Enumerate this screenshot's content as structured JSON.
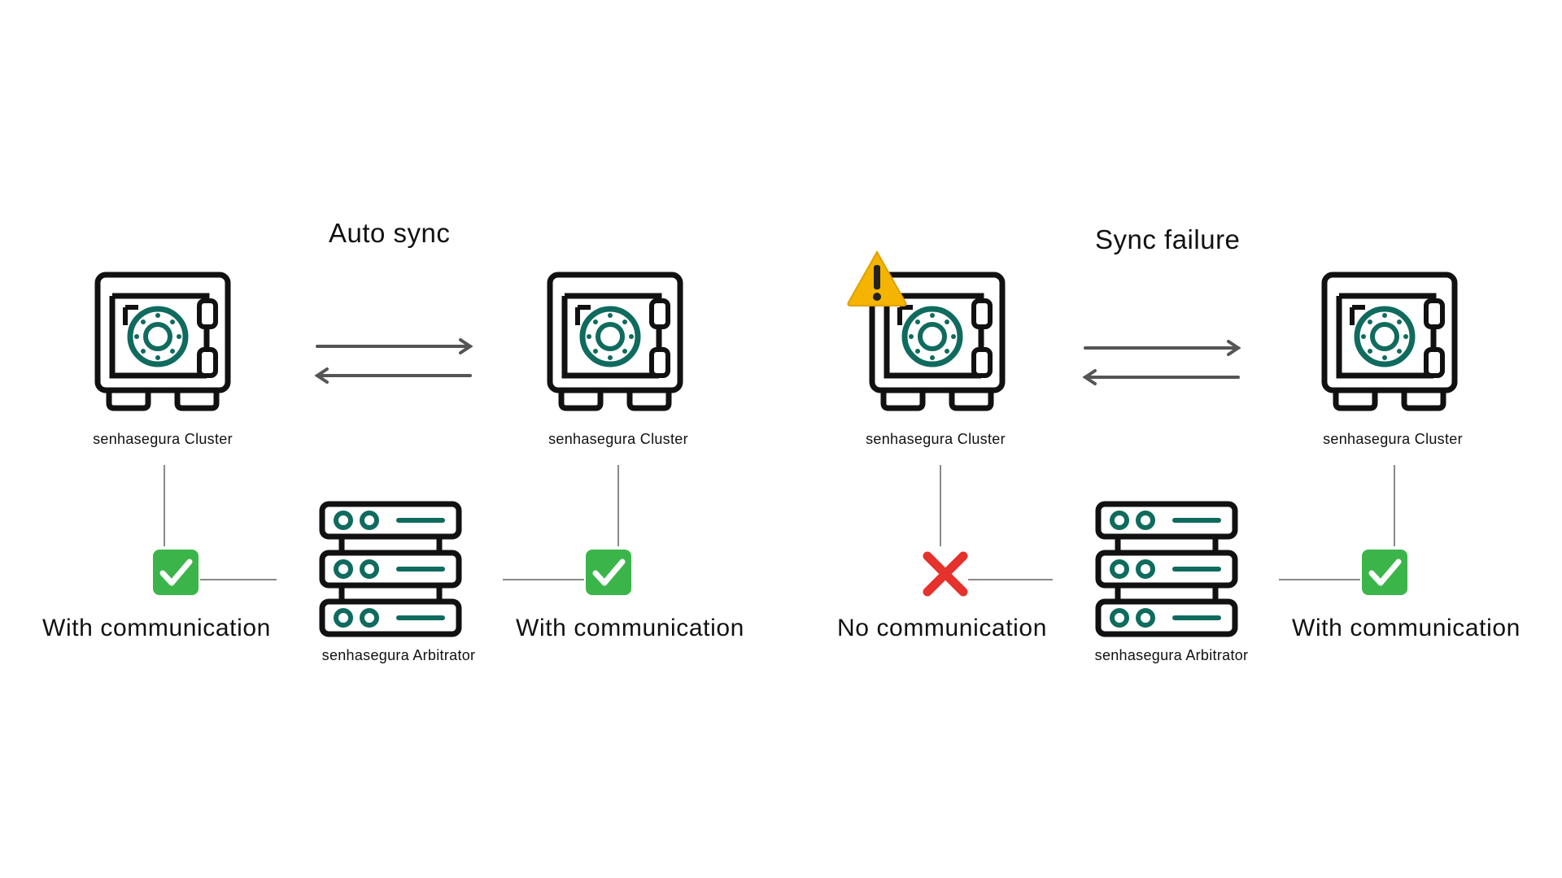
{
  "headings": {
    "left": "Auto sync",
    "right": "Sync failure"
  },
  "clusters": [
    {
      "label": "senhasegura Cluster",
      "warning": false
    },
    {
      "label": "senhasegura Cluster",
      "warning": false
    },
    {
      "label": "senhasegura Cluster",
      "warning": true
    },
    {
      "label": "senhasegura Cluster",
      "warning": false
    }
  ],
  "arbitrators": [
    {
      "label": "senhasegura Arbitrator"
    },
    {
      "label": "senhasegura Arbitrator"
    }
  ],
  "links": [
    {
      "status": "ok",
      "icon": "check-mark-icon",
      "label": "With communication"
    },
    {
      "status": "ok",
      "icon": "check-mark-icon",
      "label": "With communication"
    },
    {
      "status": "fail",
      "icon": "cross-mark-icon",
      "label": "No communication"
    },
    {
      "status": "ok",
      "icon": "check-mark-icon",
      "label": "With communication"
    }
  ],
  "colors": {
    "accent": "#0f6b5e",
    "outline": "#111111",
    "arrow": "#555555",
    "check": "#3bb54a",
    "cross": "#e5322d",
    "warning": "#f5b400"
  }
}
